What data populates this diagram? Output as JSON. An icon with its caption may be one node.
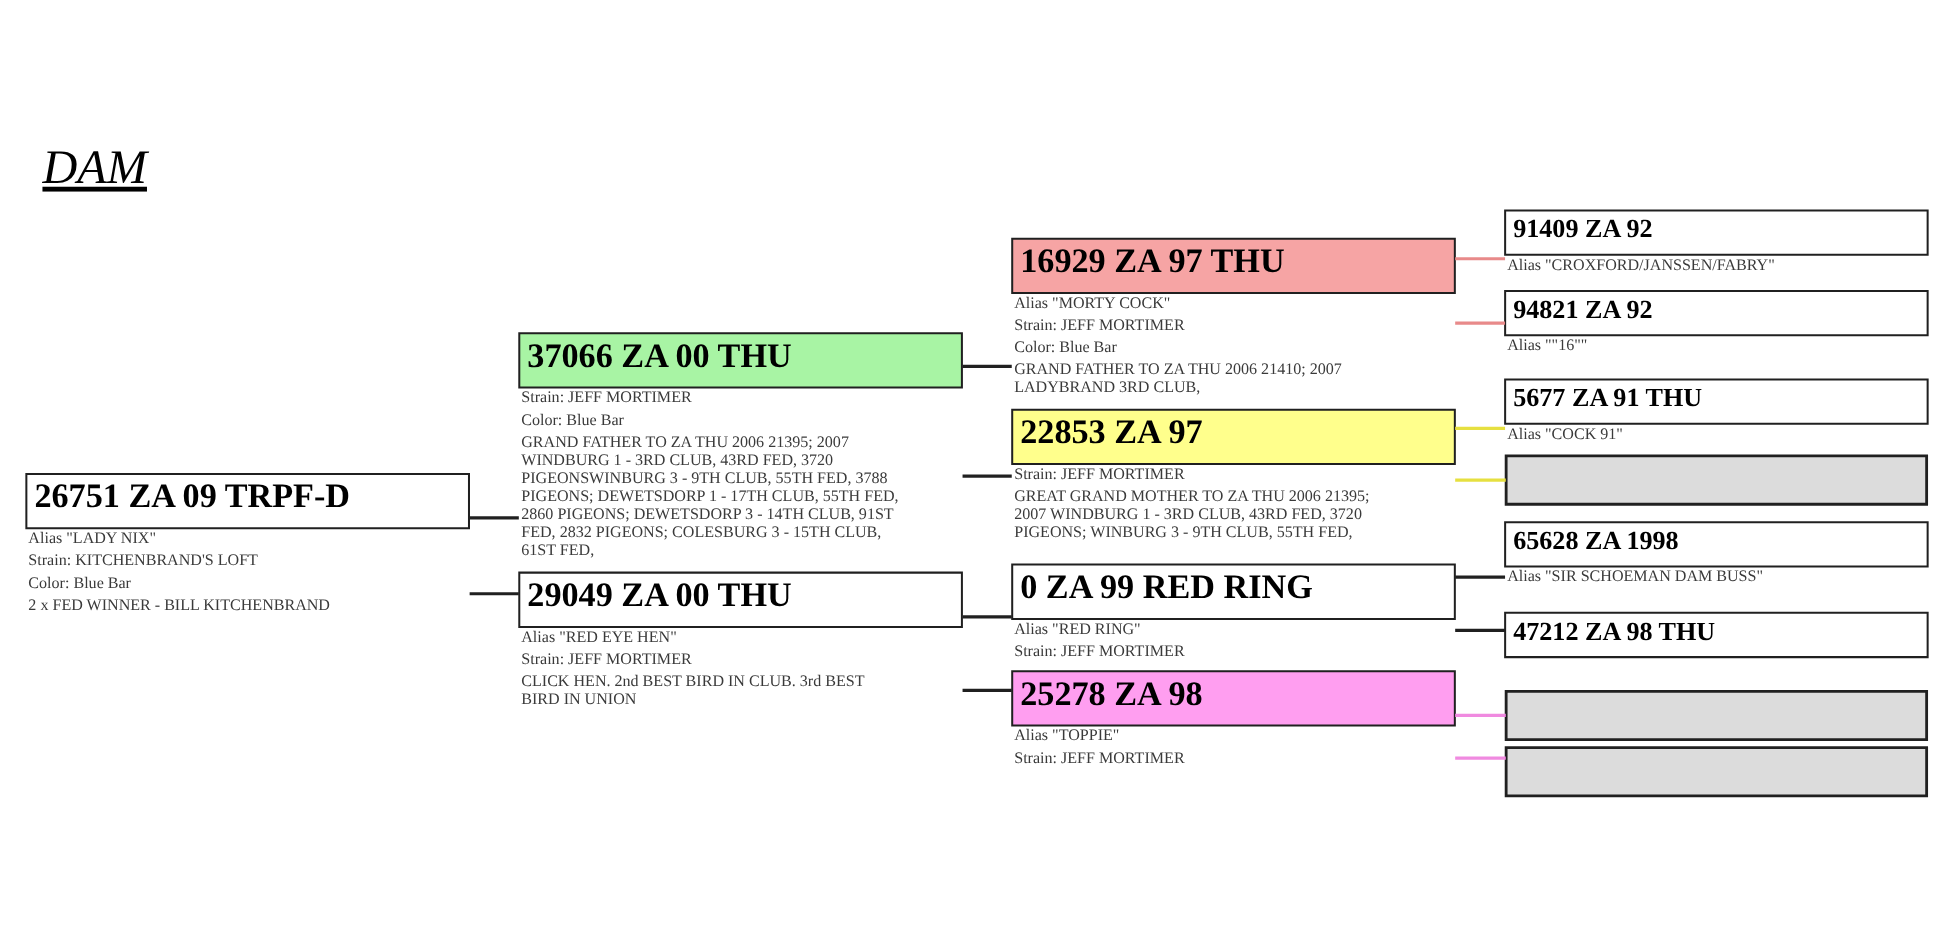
{
  "diagram": {
    "title": "DAM",
    "nodes": [
      {
        "text": [
          "26751 ZA 09 TRPF-D"
        ],
        "beside": [
          "Alias \"LADY NIX\"",
          "Strain: KITCHENBRAND'S LOFT",
          "Color: Blue Bar",
          "2 x FED WINNER - BILL KITCHENBRAND"
        ]
      },
      {
        "text": [
          "37066 ZA 00 THU"
        ],
        "beside": [
          "Strain: JEFF MORTIMER",
          "Color: Blue Bar",
          "GRAND FATHER TO ZA THU 2006 21395; 2007 WINDBURG 1 - 3RD CLUB, 43RD FED, 3720 PIGEONSWINBURG 3 - 9TH CLUB, 55TH FED, 3788 PIGEONS; DEWETSDORP 1 - 17TH CLUB, 55TH FED, 2860 PIGEONS; DEWETSDORP 3 - 14TH CLUB, 91ST FED, 2832 PIGEONS; COLESBURG 3 - 15TH CLUB, 61ST FED,"
        ]
      },
      {
        "text": [
          "29049 ZA 00 THU"
        ],
        "beside": [
          "Alias \"RED EYE HEN\"",
          "Strain: JEFF MORTIMER",
          "CLICK HEN. 2nd BEST BIRD IN CLUB. 3rd BEST BIRD IN UNION"
        ]
      },
      {
        "text": [
          "16929 ZA 97 THU"
        ],
        "beside": [
          "Alias \"MORTY COCK\"",
          "Strain: JEFF MORTIMER",
          "Color: Blue Bar",
          "GRAND FATHER TO ZA THU 2006 21410; 2007 LADYBRAND 3RD CLUB,"
        ]
      },
      {
        "text": [
          "22853 ZA 97"
        ],
        "beside": [
          "Strain: JEFF MORTIMER",
          "GREAT GRAND MOTHER TO ZA THU 2006 21395; 2007 WINDBURG 1 - 3RD CLUB, 43RD FED, 3720 PIGEONS; WINBURG 3 - 9TH CLUB, 55TH FED,"
        ]
      },
      {
        "text": [
          "0 ZA 99 RED RING"
        ],
        "beside": [
          "Alias \"RED RING\"",
          "Strain: JEFF MORTIMER"
        ]
      },
      {
        "text": [
          "25278 ZA 98"
        ],
        "beside": [
          "Alias \"TOPPIE\"",
          "Strain: JEFF MORTIMER"
        ]
      },
      {
        "text": [
          "91409 ZA 92"
        ],
        "beside": [
          "Alias \"CROXFORD/JANSSEN/FABRY\""
        ]
      },
      {
        "text": [
          "94821 ZA 92"
        ],
        "beside": [
          "Alias \"\"16\"\""
        ]
      },
      {
        "text": [
          "5677 ZA 91 THU"
        ],
        "beside": [
          "Alias \"COCK 91\""
        ]
      },
      {
        "text": [],
        "shape": "box"
      },
      {
        "text": [
          "65628 ZA 1998"
        ],
        "beside": [
          "Alias \"SIR SCHOEMAN DAM BUSS\""
        ]
      },
      {
        "text": [
          "47212 ZA 98 THU"
        ]
      },
      {
        "text": [],
        "shape": "box"
      },
      {
        "text": [],
        "shape": "box"
      }
    ],
    "edges": [
      {
        "from": 0,
        "to": 1,
        "arrow": "none"
      },
      {
        "from": 0,
        "to": 2,
        "arrow": "none"
      },
      {
        "from": 1,
        "to": 3,
        "arrow": "none"
      },
      {
        "from": 1,
        "to": 4,
        "arrow": "none"
      },
      {
        "from": 2,
        "to": 5,
        "arrow": "none"
      },
      {
        "from": 2,
        "to": 6,
        "arrow": "none"
      },
      {
        "from": 3,
        "to": 7,
        "arrow": "none",
        "color": "#e88a8a"
      },
      {
        "from": 3,
        "to": 8,
        "arrow": "none",
        "color": "#e88a8a"
      },
      {
        "from": 4,
        "to": 9,
        "arrow": "none",
        "color": "#e6e040"
      },
      {
        "from": 4,
        "to": 10,
        "arrow": "none",
        "color": "#e6e040"
      },
      {
        "from": 5,
        "to": 11,
        "arrow": "none"
      },
      {
        "from": 5,
        "to": 12,
        "arrow": "none"
      },
      {
        "from": 6,
        "to": 13,
        "arrow": "none",
        "color": "#f08ae0"
      },
      {
        "from": 6,
        "to": 14,
        "arrow": "none",
        "color": "#f08ae0"
      }
    ]
  }
}
